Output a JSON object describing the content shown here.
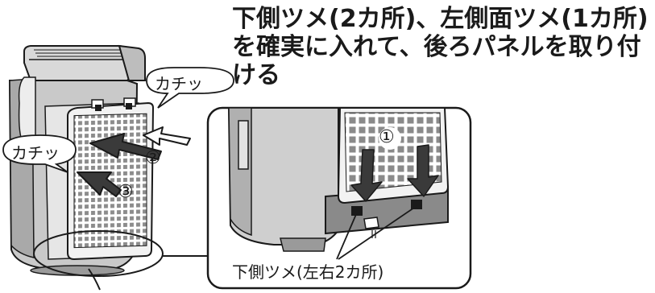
{
  "instruction": {
    "line1": "下側ツメ(2カ所)、左側面ツメ(1カ所)",
    "line2": "を確実に入れて、後ろパネルを取り付",
    "line3": "ける"
  },
  "bubbles": {
    "top": "カチッ",
    "left": "カチッ"
  },
  "steps": {
    "one": "①",
    "two": "②",
    "three": "③"
  },
  "detail": {
    "caption": "下側ツメ(左右2カ所)"
  }
}
